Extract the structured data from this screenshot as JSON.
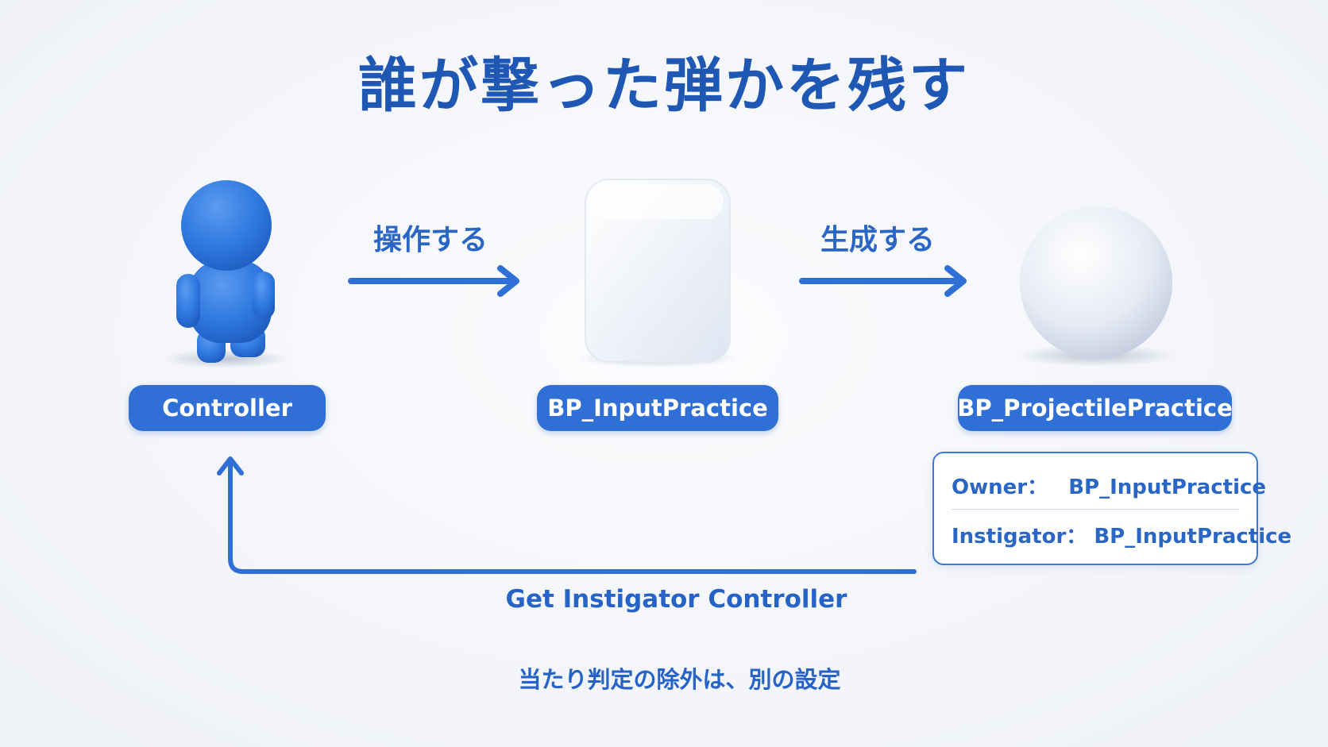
{
  "title": "誰が撃った弾かを残す",
  "arrows": {
    "operate_label": "操作する",
    "spawn_label": "生成する"
  },
  "nodes": {
    "controller": "Controller",
    "input": "BP_InputPractice",
    "projectile": "BP_ProjectilePractice"
  },
  "info": {
    "owner_key": "Owner：",
    "owner_value": "BP_InputPractice",
    "instigator_key": "Instigator：",
    "instigator_value": "BP_InputPractice"
  },
  "return_caption": "Get Instigator Controller",
  "footnote": "当たり判定の除外は、別の設定",
  "colors": {
    "accent": "#2f6fd6",
    "title": "#1f58b4"
  },
  "icons": {
    "controller": "blue-figure-icon",
    "input": "white-box-icon",
    "projectile": "white-sphere-icon"
  }
}
